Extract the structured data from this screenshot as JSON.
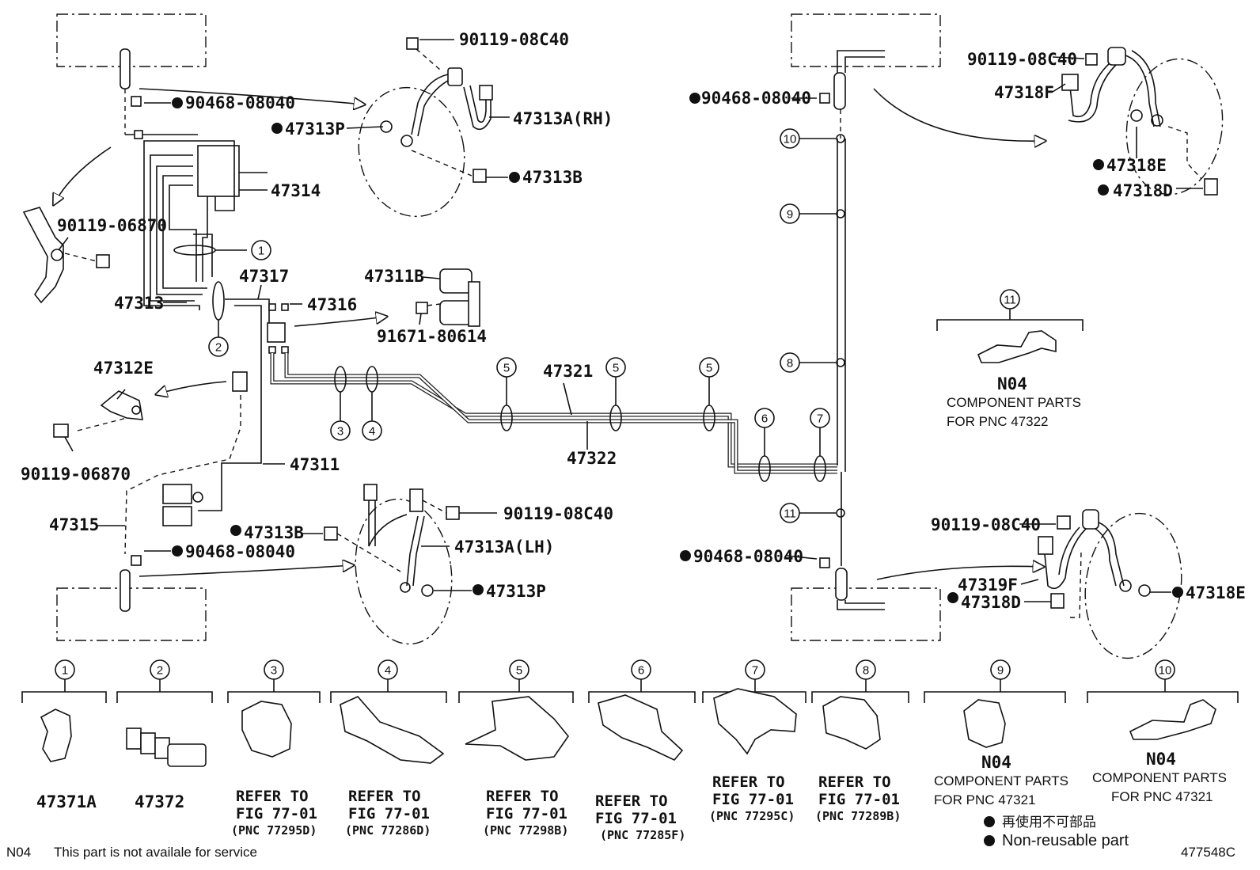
{
  "labels": {
    "p90119_08C40_top": "90119-08C40",
    "p90468_tl": "90468-08040",
    "p47313P_top": "47313P",
    "p47313A_RH": "47313A(RH)",
    "p47313B_top": "47313B",
    "p47314": "47314",
    "p90119_06870_a": "90119-06870",
    "p47317": "47317",
    "p47313": "47313",
    "p47316": "47316",
    "p47311B": "47311B",
    "p91671": "91671-80614",
    "p47312E": "47312E",
    "p90119_06870_b": "90119-06870",
    "p47311": "47311",
    "p47321": "47321",
    "p47322": "47322",
    "p47315": "47315",
    "p47313B_bot": "47313B",
    "p90468_bl": "90468-08040",
    "p90119_08C40_mid": "90119-08C40",
    "p47313A_LH": "47313A(LH)",
    "p47313P_bot": "47313P",
    "p90468_tr": "90468-08040",
    "p90119_08C40_tr": "90119-08C40",
    "p47318F": "47318F",
    "p47318E_top": "47318E",
    "p47318D_top": "47318D",
    "p90468_br": "90468-08040",
    "p90119_08C40_br": "90119-08C40",
    "p47319F": "47319F",
    "p47318D_bot": "47318D",
    "p47318E_bot": "47318E"
  },
  "clip11_top": {
    "code": "N04",
    "line1": "COMPONENT PARTS",
    "line2": "FOR PNC 47322"
  },
  "callouts": {
    "c1": "1",
    "c2": "2",
    "c3": "3",
    "c4": "4",
    "c5a": "5",
    "c5b": "5",
    "c5c": "5",
    "c6": "6",
    "c7": "7",
    "c8": "8",
    "c9": "9",
    "c10": "10",
    "c11a": "11",
    "c11b": "11"
  },
  "legend": [
    {
      "num": "1",
      "part": "47371A"
    },
    {
      "num": "2",
      "part": "47372"
    },
    {
      "num": "3",
      "ref1": "REFER TO",
      "ref2": "FIG 77-01",
      "pnc": "(PNC 77295D)"
    },
    {
      "num": "4",
      "ref1": "REFER TO",
      "ref2": "FIG 77-01",
      "pnc": "(PNC 77286D)"
    },
    {
      "num": "5",
      "ref1": "REFER TO",
      "ref2": "FIG 77-01",
      "pnc": "(PNC 77298B)"
    },
    {
      "num": "6",
      "ref1": "REFER TO",
      "ref2": "FIG 77-01",
      "pnc": "(PNC 77285F)"
    },
    {
      "num": "7",
      "ref1": "REFER TO",
      "ref2": "FIG 77-01",
      "pnc": "(PNC 77295C)"
    },
    {
      "num": "8",
      "ref1": "REFER TO",
      "ref2": "FIG 77-01",
      "pnc": "(PNC 77289B)"
    },
    {
      "num": "9",
      "code": "N04",
      "line1": "COMPONENT PARTS",
      "line2": "FOR PNC 47321"
    },
    {
      "num": "10",
      "code": "N04",
      "line1": "COMPONENT PARTS",
      "line2": "FOR PNC 47321"
    }
  ],
  "footer": {
    "note_code": "N04",
    "note_text": "This part is not availale for service",
    "nonreusable_jp": "再使用不可部品",
    "nonreusable_en": "Non-reusable part",
    "figure_id": "477548C"
  }
}
